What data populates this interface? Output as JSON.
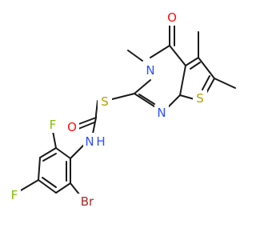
{
  "colors": {
    "bond": "#1a1a1a",
    "oxygen": "#ff0d0d",
    "nitrogen": "#3050f8",
    "sulfur": "#b8a000",
    "fluorine": "#80c000",
    "bromine": "#a62929",
    "background": "#ffffff"
  },
  "labels": {
    "o_ring": "O",
    "n3": "N",
    "n1": "N",
    "s_thiophene": "S",
    "s_thioether": "S",
    "o_amide": "O",
    "n_amide": "N",
    "h_amide": "H",
    "f_top": "F",
    "f_left": "F",
    "br": "Br"
  }
}
